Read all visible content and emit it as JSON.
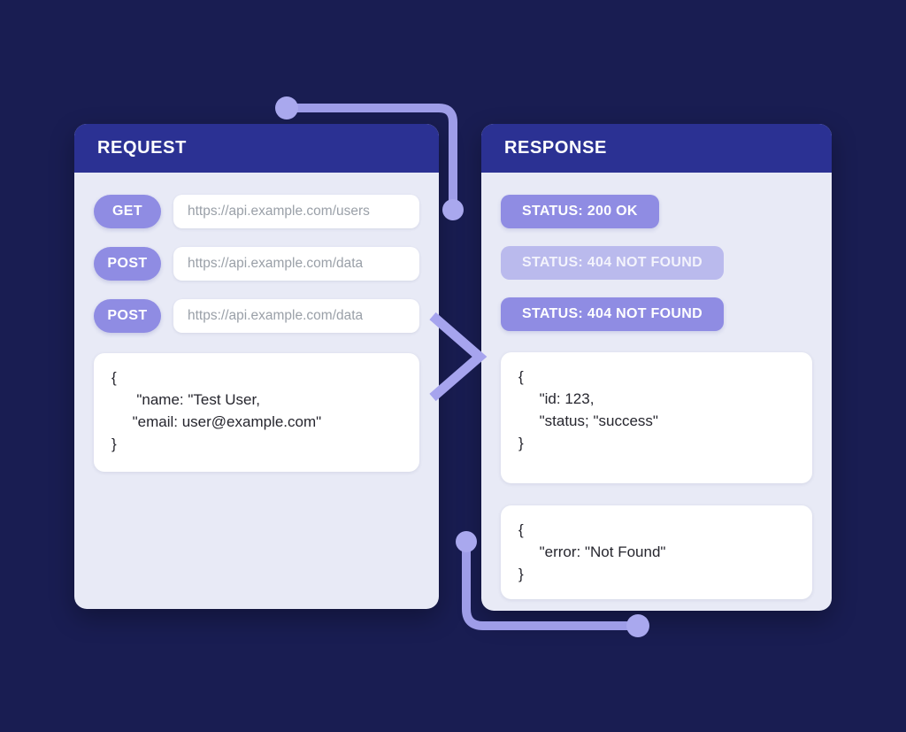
{
  "request_panel": {
    "title": "REQUEST",
    "rows": [
      {
        "method": "GET",
        "url": "https://api.example.com/users"
      },
      {
        "method": "POST",
        "url": "https://api.example.com/data"
      },
      {
        "method": "POST",
        "url": "https://api.example.com/data"
      }
    ],
    "body": {
      "lines": [
        "{",
        "      \"name: \"Test User,",
        "     \"email: user@example.com\"",
        "}"
      ]
    }
  },
  "response_panel": {
    "title": "RESPONSE",
    "badges": [
      {
        "label": "STATUS: 200 OK",
        "variant": "solid"
      },
      {
        "label": "STATUS: 404 NOT FOUND",
        "variant": "faded"
      },
      {
        "label": "STATUS: 404 NOT FOUND",
        "variant": "solid"
      }
    ],
    "body_blocks": [
      {
        "lines": [
          "{",
          "     \"id: 123,",
          "     \"status; \"success\"",
          "}"
        ]
      },
      {
        "lines": [
          "{",
          "     \"error: \"Not Found\"",
          "}"
        ]
      }
    ]
  },
  "colors": {
    "background": "#191d52",
    "panel_header": "#2b3193",
    "panel_body": "#e8eaf6",
    "accent_pill": "#8f8ce3",
    "connector": "#9e9de8",
    "connector_dot": "#a9a8ee",
    "url_text": "#9aa0a8",
    "code_text": "#26262e"
  }
}
